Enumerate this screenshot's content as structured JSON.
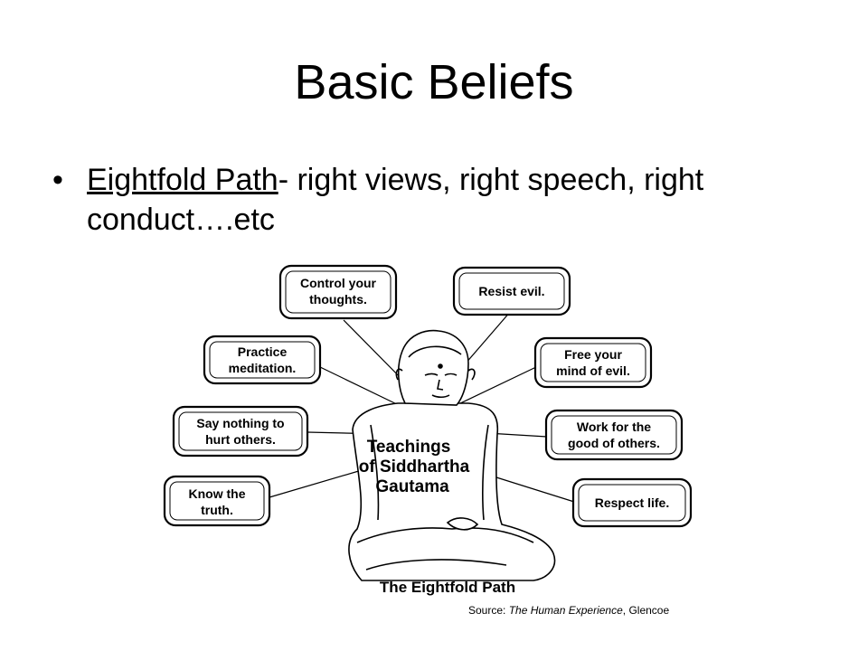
{
  "slide": {
    "title": "Basic Beliefs",
    "bullet": {
      "term": "Eightfold Path",
      "rest": "- right views, right speech, right conduct….etc"
    }
  },
  "diagram": {
    "center_label": [
      "Teachings",
      "of Siddhartha",
      "Gautama"
    ],
    "boxes": [
      {
        "id": "control-thoughts",
        "lines": [
          "Control your",
          "thoughts."
        ]
      },
      {
        "id": "resist-evil",
        "lines": [
          "Resist evil."
        ]
      },
      {
        "id": "practice-meditation",
        "lines": [
          "Practice",
          "meditation."
        ]
      },
      {
        "id": "free-mind",
        "lines": [
          "Free your",
          "mind of evil."
        ]
      },
      {
        "id": "say-nothing",
        "lines": [
          "Say nothing to",
          "hurt others."
        ]
      },
      {
        "id": "work-good",
        "lines": [
          "Work for the",
          "good of others."
        ]
      },
      {
        "id": "know-truth",
        "lines": [
          "Know the",
          "truth."
        ]
      },
      {
        "id": "respect-life",
        "lines": [
          "Respect life."
        ]
      }
    ],
    "caption": "The Eightfold Path",
    "source_prefix": "Source: ",
    "source_title": "The Human Experience",
    "source_suffix": ", Glencoe"
  }
}
